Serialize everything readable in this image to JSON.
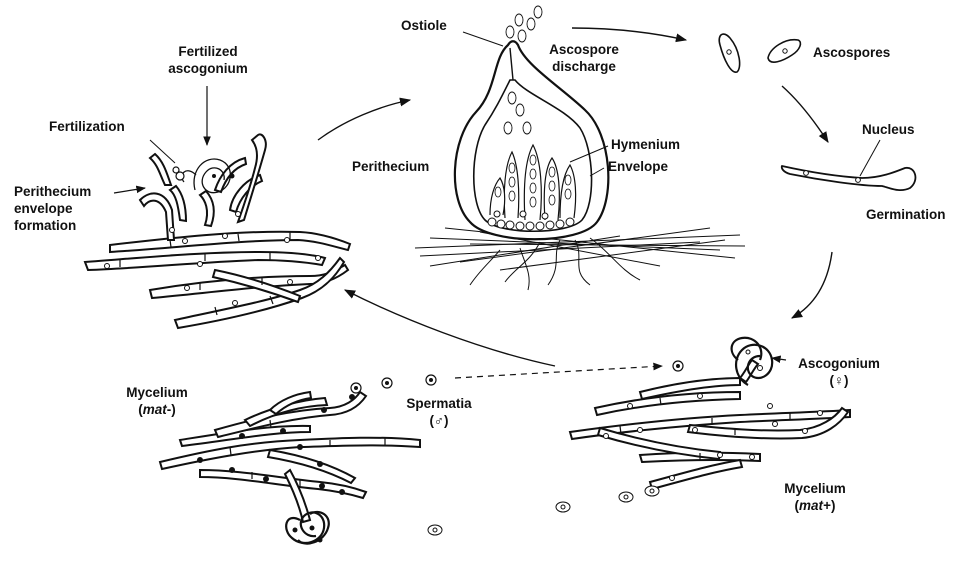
{
  "labels": {
    "ostiole": "Ostiole",
    "ascospore_discharge_1": "Ascospore",
    "ascospore_discharge_2": "discharge",
    "ascospores": "Ascospores",
    "fertilized_ascogonium_1": "Fertilized",
    "fertilized_ascogonium_2": "ascogonium",
    "fertilization": "Fertilization",
    "perithecium_envelope_formation_1": "Perithecium",
    "perithecium_envelope_formation_2": "envelope",
    "perithecium_envelope_formation_3": "formation",
    "perithecium": "Perithecium",
    "hymenium": "Hymenium",
    "envelope": "Envelope",
    "nucleus": "Nucleus",
    "germination": "Germination",
    "ascogonium": "Ascogonium",
    "ascogonium_symbol": "(♀)",
    "mycelium_minus_1": "Mycelium",
    "mycelium_minus_2_prefix": "(",
    "mycelium_minus_2_mat": "mat",
    "mycelium_minus_2_suffix": "-)",
    "spermatia": "Spermatia",
    "spermatia_symbol": "(♂)",
    "mycelium_plus_1": "Mycelium",
    "mycelium_plus_2_prefix": "(",
    "mycelium_plus_2_mat": "mat",
    "mycelium_plus_2_suffix": "+)"
  },
  "colors": {
    "ink": "#111111",
    "background": "#ffffff"
  }
}
